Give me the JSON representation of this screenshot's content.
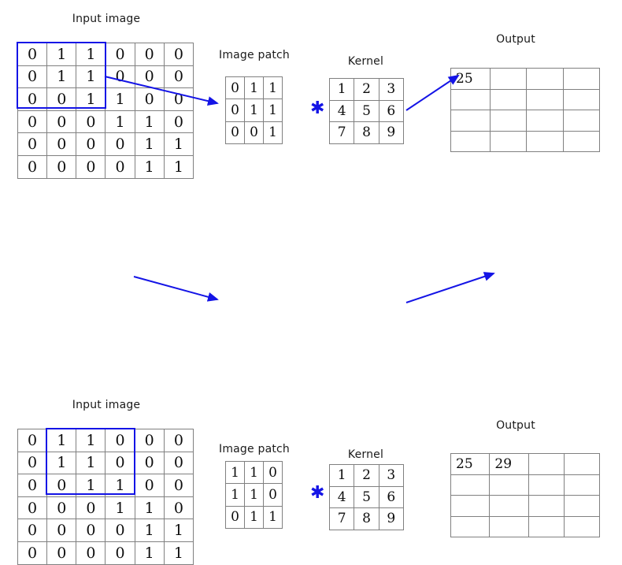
{
  "labels": {
    "input_image": "Input image",
    "image_patch": "Image patch",
    "kernel": "Kernel",
    "output": "Output",
    "conv_operator": "✱"
  },
  "colors": {
    "selection_box": "#1414e6",
    "arrow": "#1414e6",
    "grid_line": "#808080",
    "text": "#0d0d0d",
    "background": "#ffffff"
  },
  "chart_data": {
    "type": "diagram",
    "title": "Convolution sliding window illustration",
    "steps": [
      {
        "step": 1,
        "input_image": {
          "rows": 6,
          "cols": 6,
          "values": [
            [
              0,
              1,
              1,
              0,
              0,
              0
            ],
            [
              0,
              1,
              1,
              0,
              0,
              0
            ],
            [
              0,
              0,
              1,
              1,
              0,
              0
            ],
            [
              0,
              0,
              0,
              1,
              1,
              0
            ],
            [
              0,
              0,
              0,
              0,
              1,
              1
            ],
            [
              0,
              0,
              0,
              0,
              1,
              1
            ]
          ]
        },
        "selection": {
          "row": 0,
          "col": 0,
          "height": 3,
          "width": 3
        },
        "image_patch": {
          "rows": 3,
          "cols": 3,
          "values": [
            [
              0,
              1,
              1
            ],
            [
              0,
              1,
              1
            ],
            [
              0,
              0,
              1
            ]
          ]
        },
        "kernel": {
          "rows": 3,
          "cols": 3,
          "values": [
            [
              1,
              2,
              3
            ],
            [
              4,
              5,
              6
            ],
            [
              7,
              8,
              9
            ]
          ]
        },
        "output": {
          "rows": 4,
          "cols": 4,
          "values": [
            [
              "25",
              "",
              "",
              ""
            ],
            [
              "",
              "",
              "",
              ""
            ],
            [
              "",
              "",
              "",
              ""
            ],
            [
              "",
              "",
              "",
              ""
            ]
          ]
        }
      },
      {
        "step": 2,
        "input_image": {
          "rows": 6,
          "cols": 6,
          "values": [
            [
              0,
              1,
              1,
              0,
              0,
              0
            ],
            [
              0,
              1,
              1,
              0,
              0,
              0
            ],
            [
              0,
              0,
              1,
              1,
              0,
              0
            ],
            [
              0,
              0,
              0,
              1,
              1,
              0
            ],
            [
              0,
              0,
              0,
              0,
              1,
              1
            ],
            [
              0,
              0,
              0,
              0,
              1,
              1
            ]
          ]
        },
        "selection": {
          "row": 0,
          "col": 1,
          "height": 3,
          "width": 3
        },
        "image_patch": {
          "rows": 3,
          "cols": 3,
          "values": [
            [
              1,
              1,
              0
            ],
            [
              1,
              1,
              0
            ],
            [
              0,
              1,
              1
            ]
          ]
        },
        "kernel": {
          "rows": 3,
          "cols": 3,
          "values": [
            [
              1,
              2,
              3
            ],
            [
              4,
              5,
              6
            ],
            [
              7,
              8,
              9
            ]
          ]
        },
        "output": {
          "rows": 4,
          "cols": 4,
          "values": [
            [
              "25",
              "29",
              "",
              ""
            ],
            [
              "",
              "",
              "",
              ""
            ],
            [
              "",
              "",
              "",
              ""
            ],
            [
              "",
              "",
              "",
              ""
            ]
          ]
        }
      }
    ]
  }
}
